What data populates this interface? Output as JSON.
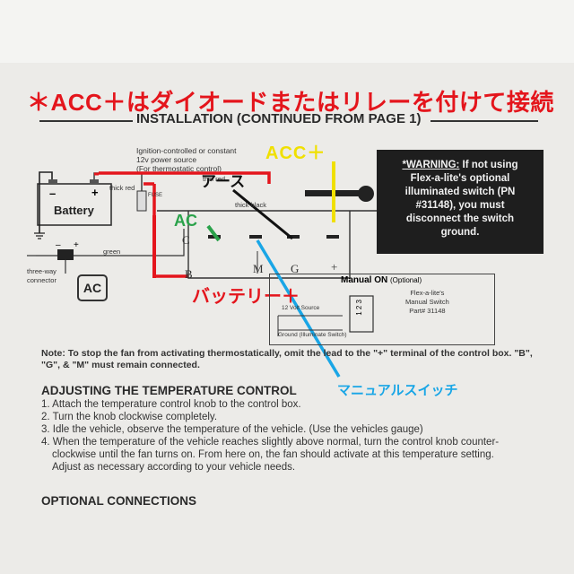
{
  "title_jp": "＊ACC＋はダイオードまたはリレーを付けて接続",
  "installation_heading": "INSTALLATION (CONTINUED FROM PAGE 1)",
  "power_source_lines": [
    "Ignition-controlled or constant",
    "12v power source",
    "(For thermostatic control)"
  ],
  "wires": {
    "thin_red": "thin red",
    "thick_red": "thick red",
    "thick_black": "thick black",
    "green": "green"
  },
  "battery": {
    "label": "Battery",
    "minus": "–",
    "plus": "+"
  },
  "fuse_label": "FUSE",
  "three_way_connector": [
    "three-way",
    "connector"
  ],
  "ac_icon_label": "AC",
  "terminal_letters": {
    "C": "C",
    "B": "B",
    "M": "M",
    "G": "G",
    "plus": "+"
  },
  "annotations_jp": {
    "acc_plus": "ACC＋",
    "earth": "アース",
    "ac": "AC",
    "battery_plus": "バッテリー＋",
    "manual_switch": "マニュアルスイッチ"
  },
  "warning": {
    "lead": "*WARNING:",
    "body": [
      " If not using",
      "Flex-a-lite's optional",
      "illuminated switch (PN",
      "#31148), you must",
      "disconnect the switch",
      "ground."
    ]
  },
  "manual_on": {
    "title": "Manual ON",
    "optional": "(Optional)",
    "desc": [
      "Flex-a-lite's",
      "Manual Switch",
      "Part# 31148"
    ],
    "source": "12 Volt Source",
    "ground": "Ground (Illuminate Switch)",
    "pins": "1 2 3"
  },
  "note": "Note: To stop the fan from activating thermostatically, omit the lead to the \"+\" terminal of the control box. \"B\", \"G\", & \"M\" must remain connected.",
  "adjust_heading": "ADJUSTING THE TEMPERATURE CONTROL",
  "steps": [
    "1. Attach the temperature control knob to the control box.",
    "2. Turn the knob clockwise completely.",
    "3. Idle the vehicle, observe the temperature of the vehicle. (Use the vehicles gauge)",
    "4. When the temperature of the vehicle reaches slightly above normal, turn the control knob counter-",
    "    clockwise until the fan turns on. From here on, the fan should activate at this temperature setting.",
    "    Adjust as necessary according to your vehicle needs."
  ],
  "optional_heading": "OPTIONAL CONNECTIONS",
  "colors": {
    "red": "#e4151c",
    "yellow": "#f0e000",
    "green": "#2aa24a",
    "blue": "#19a6e6",
    "black": "#111111"
  }
}
